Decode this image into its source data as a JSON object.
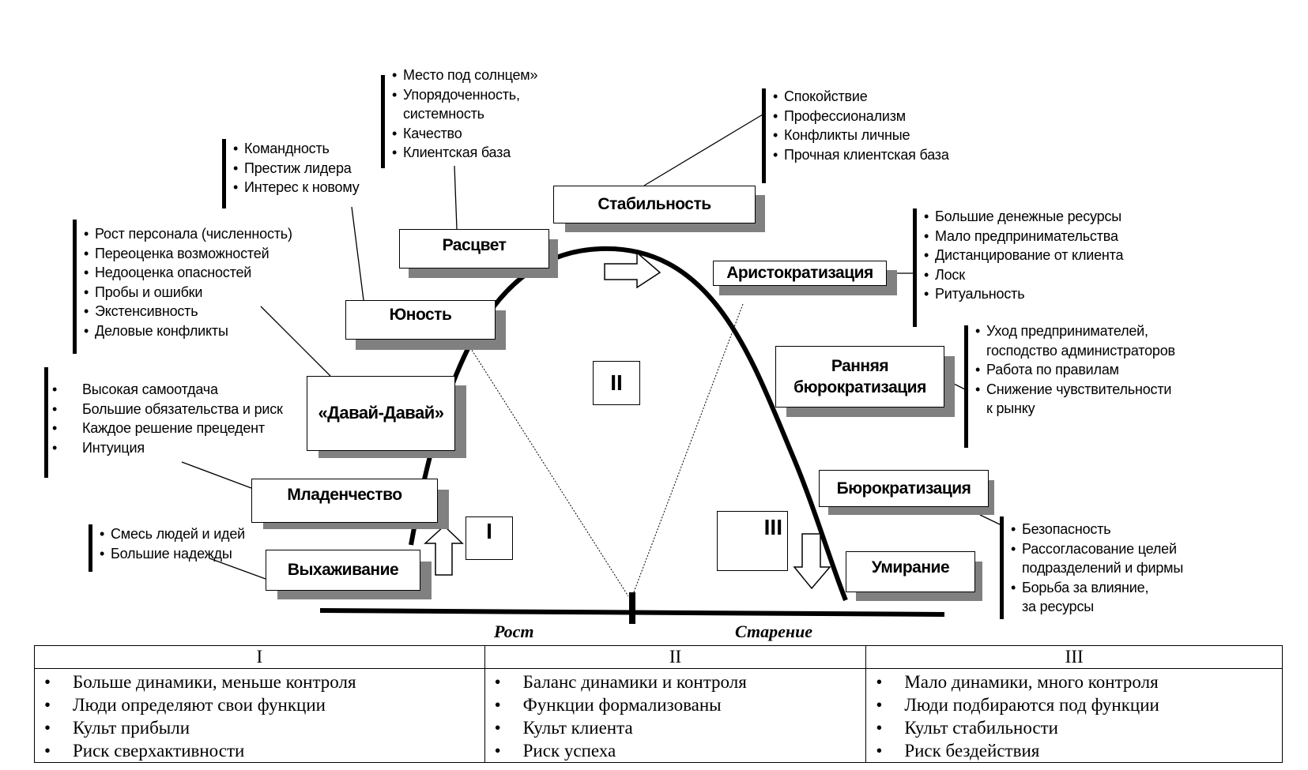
{
  "stages": {
    "vyhazhivanie": "Выхаживание",
    "mladenchestvo": "Младенчество",
    "davai": "«Давай-Давай»",
    "yunost": "Юность",
    "rascvet": "Расцвет",
    "stabilnost": "Стабильность",
    "aristokratizaciya": "Аристократизация",
    "rannyaya_line1": "Ранняя",
    "rannyaya_line2": "бюрократизация",
    "byurokratizaciya": "Бюрократизация",
    "umiranie": "Умирание"
  },
  "lists": {
    "vyhazhivanie": [
      "Смесь людей и идей",
      "Большие надежды"
    ],
    "mladenchestvo": [
      "Высокая самоотдача",
      "Большие обязательства и риск",
      "Каждое решение прецедент",
      "Интуиция"
    ],
    "davai": [
      "Рост персонала (численность)",
      "Переоценка возможностей",
      "Недооценка опасностей",
      "Пробы и ошибки",
      "Экстенсивность",
      "Деловые конфликты"
    ],
    "yunost": [
      "Командность",
      "Престиж лидера",
      "Интерес к новому"
    ],
    "rascvet": [
      "Место под солнцем»",
      "Упорядоченность,",
      "системность",
      "Качество",
      "Клиентская база"
    ],
    "stabilnost": [
      "Спокойствие",
      "Профессионализм",
      "Конфликты личные",
      "Прочная клиентская база"
    ],
    "aristokratizaciya": [
      "Большие денежные ресурсы",
      "Мало предпринимательства",
      "Дистанцирование от клиента",
      "Лоск",
      "Ритуальность"
    ],
    "rannyaya": [
      "Уход предпринимателей,",
      "господство администраторов",
      "Работа по правилам",
      "Снижение чувствительности",
      "к рынку"
    ],
    "byurokratizaciya": [
      "Безопасность",
      "Рассогласование целей",
      "подразделений и фирмы",
      "Борьба за влияние,",
      "за ресурсы"
    ]
  },
  "phases": {
    "one": "I",
    "two": "II",
    "three": "III"
  },
  "axis": {
    "growth": "Рост",
    "aging": "Старение"
  },
  "table": {
    "headers": [
      "I",
      "II",
      "III"
    ],
    "columns": [
      [
        "Больше динамики, меньше контроля",
        "Люди определяют свои функции",
        "Культ прибыли",
        "Риск сверхактивности"
      ],
      [
        "Баланс динамики и контроля",
        "Функции формализованы",
        "Культ клиента",
        "Риск успеха"
      ],
      [
        "Мало динамики, много контроля",
        "Люди подбираются под функции",
        "Культ стабильности",
        "Риск бездействия"
      ]
    ]
  },
  "colors": {
    "shadow": "#808080",
    "line": "#000000"
  }
}
